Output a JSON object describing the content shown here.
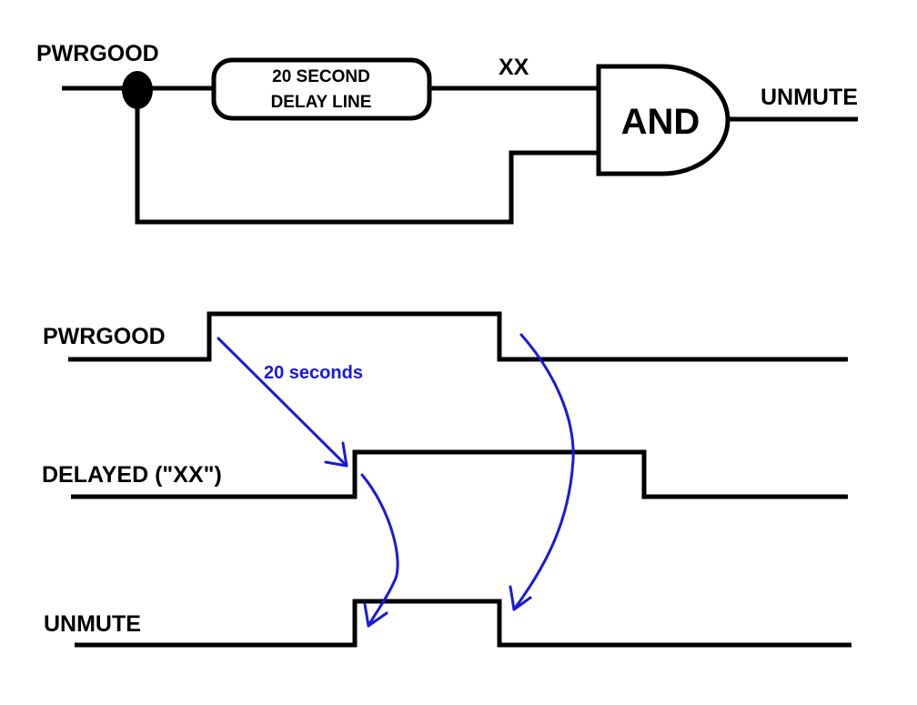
{
  "schematic": {
    "input_label": "PWRGOOD",
    "delay_line_label": [
      "20 SECOND",
      "DELAY LINE"
    ],
    "intermediate_label": "XX",
    "gate_label": "AND",
    "output_label": "UNMUTE"
  },
  "timing": {
    "signals": [
      {
        "label": "PWRGOOD"
      },
      {
        "label": "DELAYED (\"XX\")"
      },
      {
        "label": "UNMUTE"
      }
    ],
    "delay_note": "20 seconds",
    "arrow_color": "#1a1adc"
  }
}
